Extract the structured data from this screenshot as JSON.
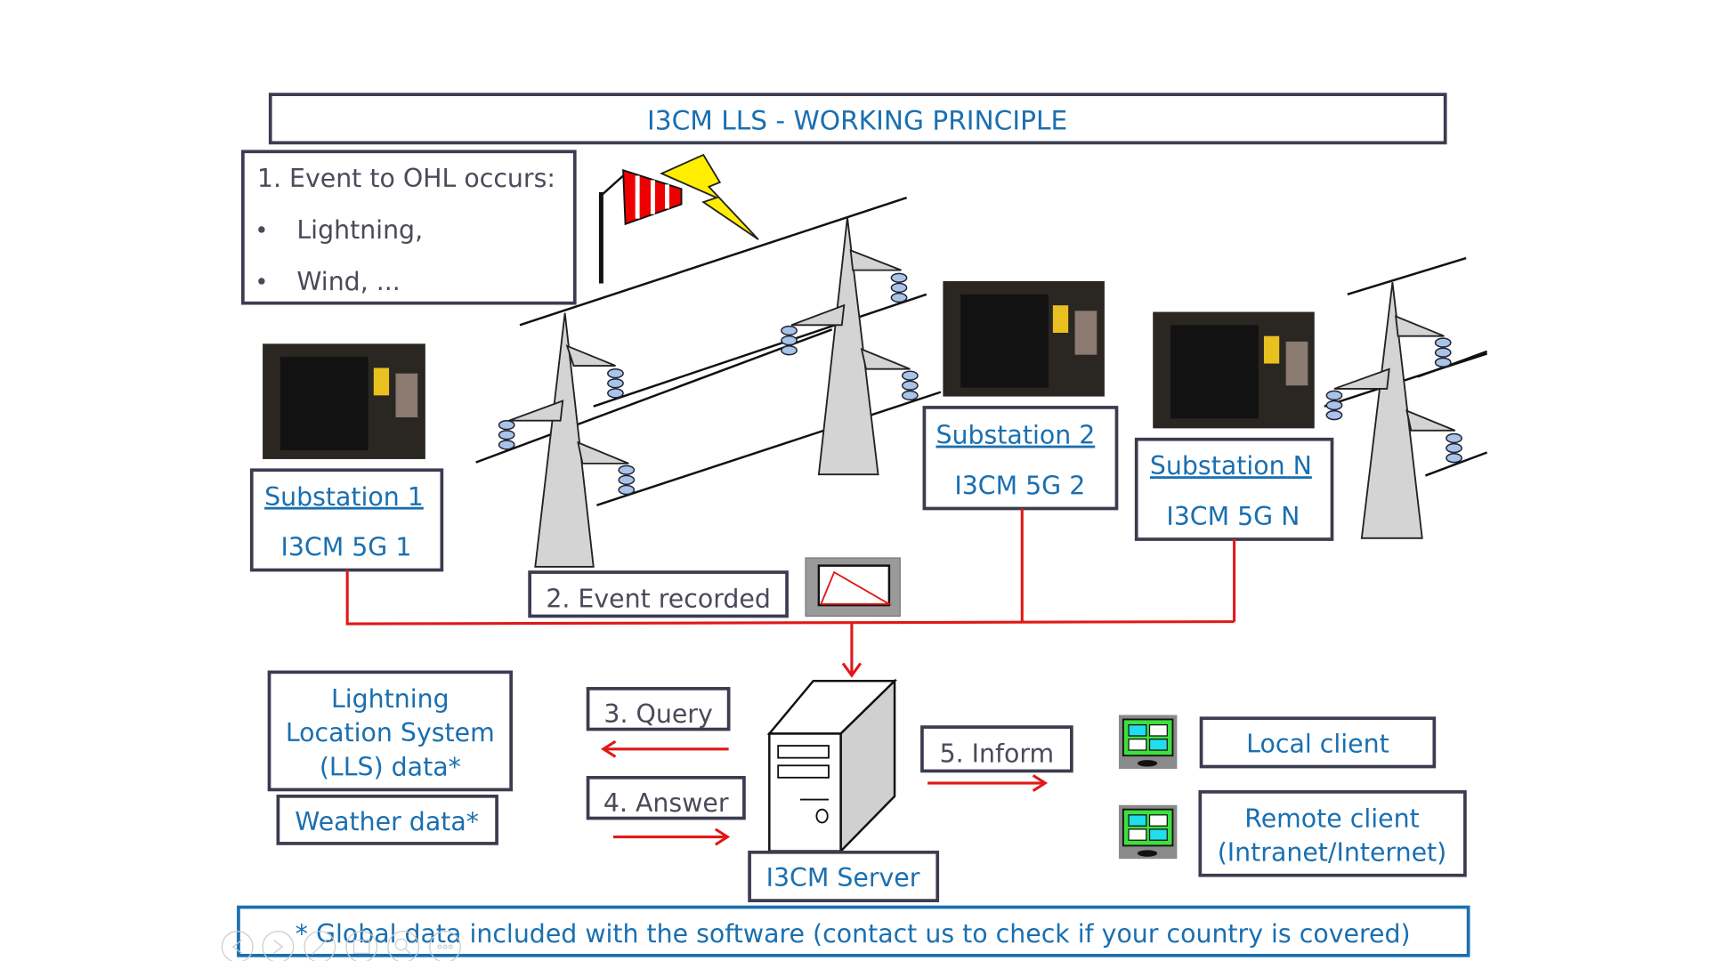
{
  "title": "I3CM LLS - WORKING PRINCIPLE",
  "event": {
    "heading": "1. Event to OHL occurs:",
    "bullets": [
      "Lightning,",
      "Wind, ..."
    ]
  },
  "substations": [
    {
      "name": "Substation 1",
      "device": "I3CM 5G 1"
    },
    {
      "name": "Substation 2",
      "device": "I3CM 5G 2"
    },
    {
      "name": "Substation N",
      "device": "I3CM 5G N"
    }
  ],
  "steps": {
    "recorded": "2. Event recorded",
    "query": "3. Query",
    "answer": "4. Answer",
    "inform": "5. Inform"
  },
  "lls": [
    "Lightning",
    "Location System",
    "(LLS) data*"
  ],
  "weather": "Weather data*",
  "server": "I3CM Server",
  "clients": {
    "local": "Local client",
    "remote": [
      "Remote client",
      "(Intranet/Internet)"
    ]
  },
  "footer": "* Global data included with the software (contact us to check if your country is covered)",
  "colors": {
    "text_blue": "#1a6fb0",
    "link_red": "#e01818",
    "border": "#3c3c50"
  }
}
